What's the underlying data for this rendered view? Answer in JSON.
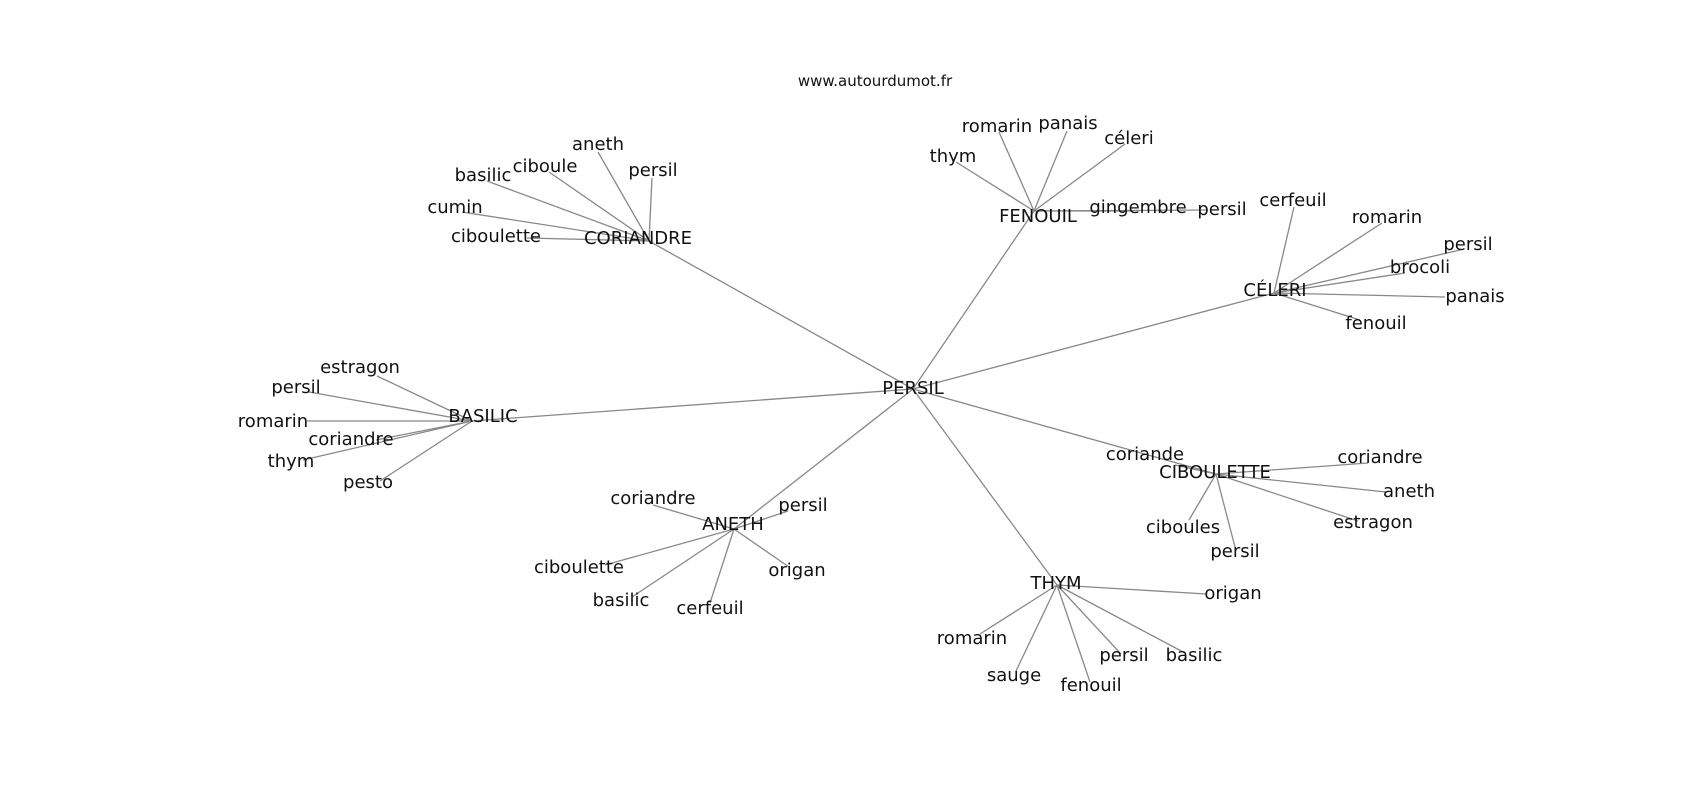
{
  "site": "www.autourdumot.fr",
  "graph": {
    "root": "PERSIL",
    "hubs": [
      {
        "label": "CORIANDRE",
        "leaves": [
          "aneth",
          "ciboule",
          "basilic",
          "persil",
          "cumin",
          "ciboulette"
        ]
      },
      {
        "label": "FENOUIL",
        "leaves": [
          "romarin",
          "panais",
          "thym",
          "céleri",
          "gingembre",
          "persil"
        ]
      },
      {
        "label": "CÉLERI",
        "leaves": [
          "cerfeuil",
          "romarin",
          "persil",
          "brocoli",
          "panais",
          "fenouil"
        ]
      },
      {
        "label": "BASILIC",
        "leaves": [
          "estragon",
          "persil",
          "romarin",
          "coriandre",
          "thym",
          "pesto"
        ]
      },
      {
        "label": "CIBOULETTE",
        "leaves": [
          "coriande",
          "coriandre",
          "aneth",
          "estragon",
          "ciboules",
          "persil"
        ]
      },
      {
        "label": "ANETH",
        "leaves": [
          "coriandre",
          "persil",
          "ciboulette",
          "origan",
          "basilic",
          "cerfeuil"
        ]
      },
      {
        "label": "THYM",
        "leaves": [
          "origan",
          "romarin",
          "persil",
          "basilic",
          "sauge",
          "fenouil"
        ]
      }
    ]
  }
}
